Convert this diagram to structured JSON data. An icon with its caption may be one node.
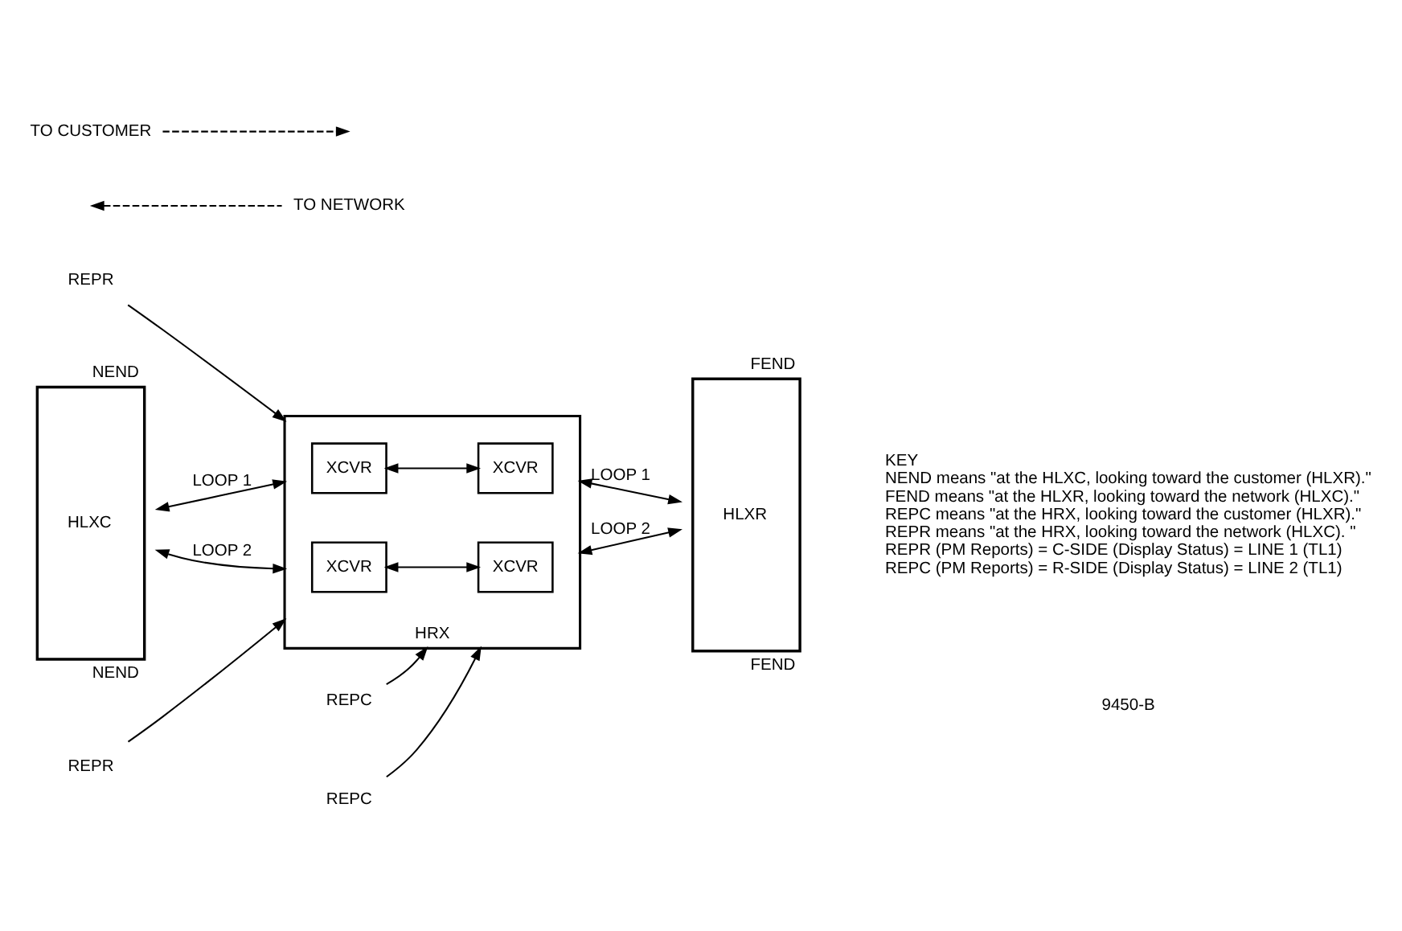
{
  "diagram": {
    "nodes": [
      {
        "text": [
          "HLXC"
        ],
        "beside": [
          "NEND",
          "NEND"
        ]
      },
      {
        "text": [
          "HRX"
        ]
      },
      {
        "text": [
          "XCVR"
        ],
        "in": 1
      },
      {
        "text": [
          "XCVR"
        ],
        "in": 1
      },
      {
        "text": [
          "XCVR"
        ],
        "in": 1
      },
      {
        "text": [
          "XCVR"
        ],
        "in": 1
      },
      {
        "text": [
          "HLXR"
        ],
        "beside": [
          "FEND",
          "FEND"
        ]
      },
      {
        "text": [
          "REPR"
        ]
      },
      {
        "text": [
          "REPC"
        ]
      },
      {
        "text": [
          "REPR"
        ]
      },
      {
        "text": [
          "REPC"
        ]
      },
      {
        "text": [
          "TO NETWORK"
        ]
      },
      {
        "text": [
          "TO CUSTOMER"
        ]
      }
    ],
    "edges": [
      {
        "from": 0,
        "to": 1,
        "arrow": "both",
        "label": "LOOP 1"
      },
      {
        "from": 0,
        "to": 1,
        "arrow": "both",
        "label": "LOOP 2"
      },
      {
        "from": 2,
        "to": 3,
        "arrow": "both"
      },
      {
        "from": 4,
        "to": 5,
        "arrow": "both"
      },
      {
        "from": 1,
        "to": 6,
        "arrow": "both",
        "label": "LOOP 1"
      },
      {
        "from": 1,
        "to": 6,
        "arrow": "both",
        "label": "LOOP 2"
      },
      {
        "from": 7,
        "to": 1,
        "arrow": "to"
      },
      {
        "from": 8,
        "to": 1,
        "arrow": "to"
      },
      {
        "from": 9,
        "to": 1,
        "arrow": "to"
      },
      {
        "from": 10,
        "to": 1,
        "arrow": "to"
      },
      {
        "from": 11,
        "to": null,
        "arrow": "to",
        "style": "dashed"
      },
      {
        "from": 12,
        "to": null,
        "arrow": "to",
        "style": "dashed"
      }
    ],
    "labels": [
      "KEY",
      "NEND means \"at the HLXC, looking toward the customer (HLXR).\"",
      "FEND means \"at the HLXR, looking toward the network (HLXC).\"",
      "REPC means \"at the HRX, looking toward the customer (HLXR).\"",
      "REPR means \"at the HRX, looking toward the network (HLXC). \"",
      "REPR (PM Reports) = C-SIDE (Display Status) = LINE 1 (TL1)",
      "REPC (PM Reports) = R-SIDE (Display Status) = LINE 2 (TL1)",
      "9450-B"
    ]
  }
}
